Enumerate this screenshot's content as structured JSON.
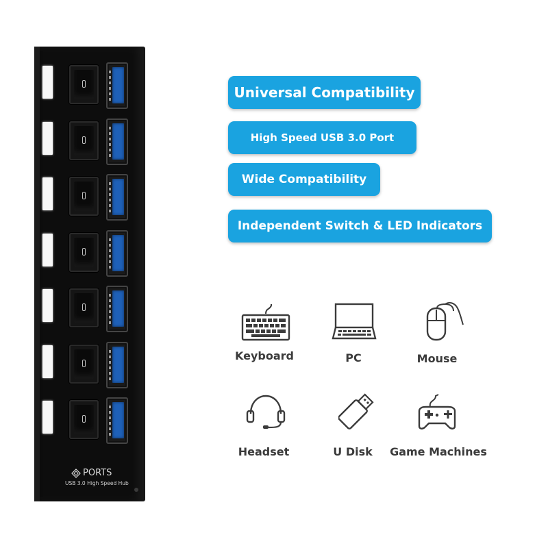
{
  "features": [
    "Universal Compatibility",
    "High Speed USB 3.0  Port",
    "Wide Compatibility",
    "Independent Switch & LED Indicators"
  ],
  "devices": [
    {
      "label": "Keyboard",
      "icon": "keyboard-icon"
    },
    {
      "label": "PC",
      "icon": "laptop-icon"
    },
    {
      "label": "Mouse",
      "icon": "mouse-icon"
    },
    {
      "label": "Headset",
      "icon": "headset-icon"
    },
    {
      "label": "U Disk",
      "icon": "usb-drive-icon"
    },
    {
      "label": "Game Machines",
      "icon": "gamepad-icon"
    }
  ],
  "hub": {
    "brand": "PORTS",
    "subtitle": "USB 3.0 High Speed  Hub",
    "port_count": 7
  },
  "colors": {
    "pill": "#1aa3e0",
    "port_blue": "#1e60b8",
    "hub_body": "#0d0d0d",
    "label_text": "#3b3b3b"
  }
}
